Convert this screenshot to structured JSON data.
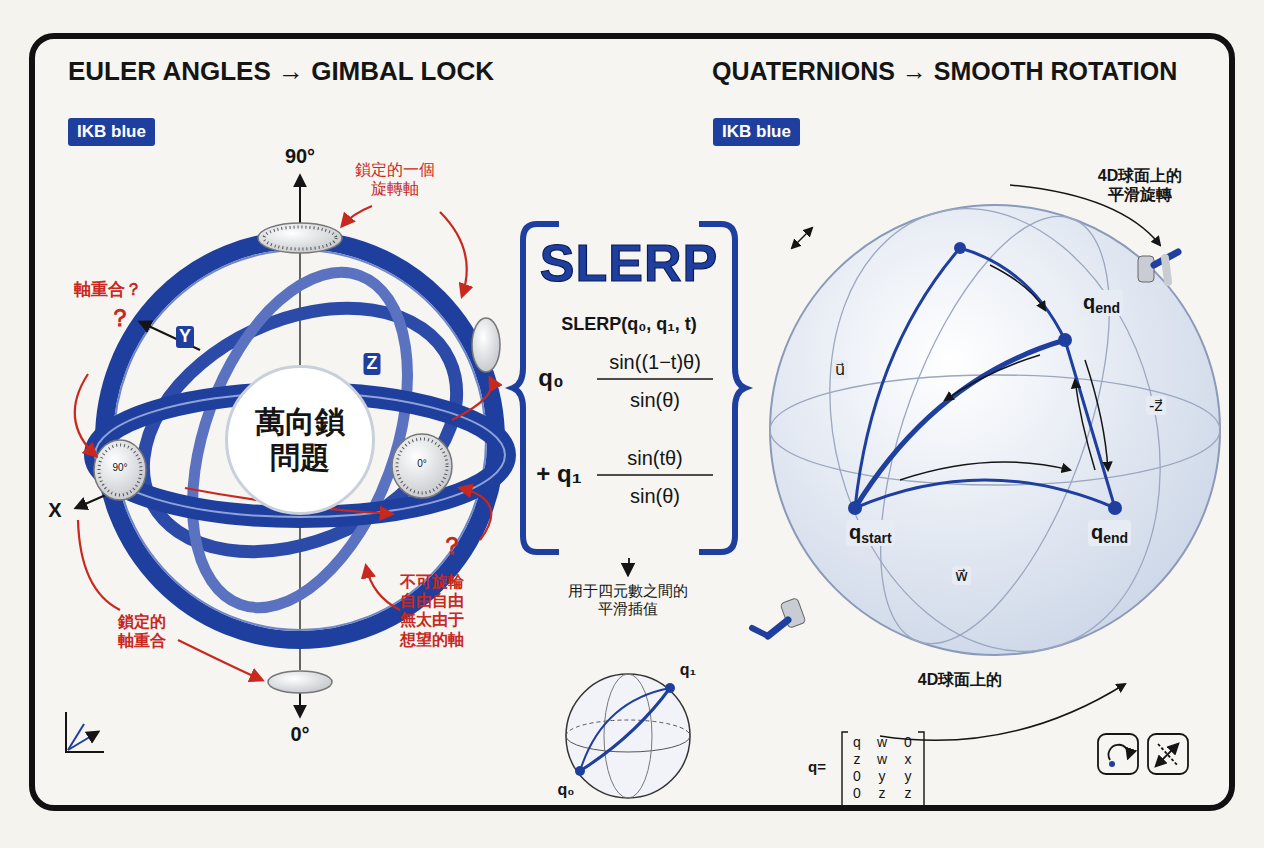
{
  "diagram": {
    "nodes": [
      {
        "text": [
          "IKB blue"
        ]
      },
      {
        "text": [
          "萬向鎖 問題"
        ]
      },
      {
        "text": [
          "SLERP",
          "SLERP(q₀, q₁, t)",
          "q₀",
          "sin((1−t)θ)",
          "sin(θ)",
          "+ q₁",
          "sin(tθ)",
          "sin(θ)"
        ]
      },
      {
        "text": [
          "用于四元數之間的 平滑插值",
          "q₀",
          "q₁"
        ]
      },
      {
        "text": [
          "IKB blue"
        ]
      }
    ],
    "edges": [
      {
        "from": 2,
        "to": 3,
        "arrow": "to"
      }
    ],
    "labels": [
      "EULER ANGLES → GIMBAL LOCK",
      "QUATERNIONS → SMOOTH ROTATION",
      "90°",
      "鎖定的一個 旋轉軸",
      "軸重合？",
      "？",
      "Y",
      "Z",
      "X",
      "90°",
      "0°",
      "？",
      "不可旋輪 自由自由 無太由于 想望的軸",
      "鎖定的 軸重合",
      "0°",
      "4D球面上的 平滑旋轉",
      "qend",
      "u⃗",
      "-z⃗",
      "qstart",
      "w⃗",
      "qend",
      "4D球面上的",
      "q=",
      "q",
      "w",
      "0",
      "z",
      "w",
      "x",
      "0",
      "y",
      "y",
      "0",
      "z",
      "z"
    ]
  }
}
